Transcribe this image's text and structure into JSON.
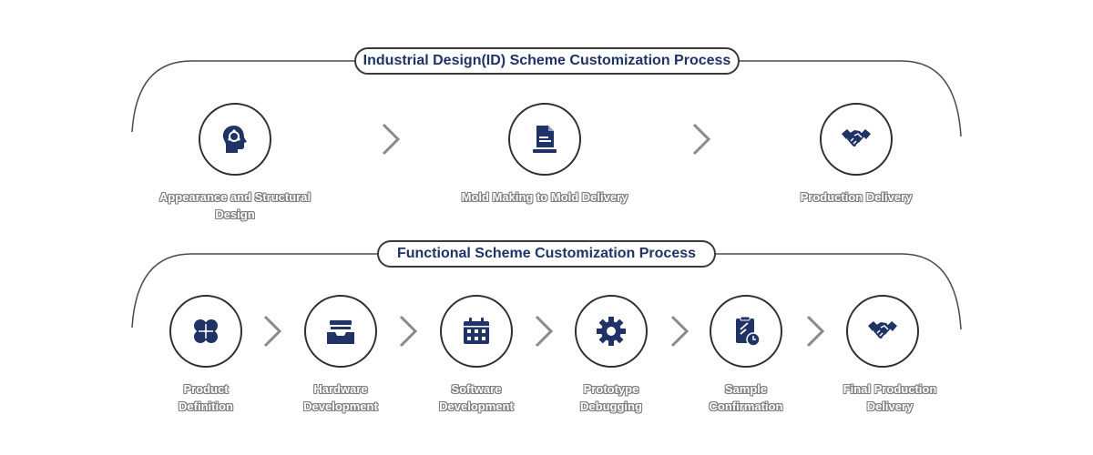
{
  "colors": {
    "accent": "#1f3366",
    "outline": "#2f2f2f",
    "chevron": "#8a8a8a",
    "label_outline": "#7e7e7e"
  },
  "id_process": {
    "title": "Industrial Design(ID) Scheme Customization Process",
    "steps": [
      {
        "label_line1": "Appearance and Structural",
        "label_line2": "Design",
        "icon": "head-gear-icon"
      },
      {
        "label_line1": "Mold Making to Mold Delivery",
        "label_line2": "",
        "icon": "document-printer-icon"
      },
      {
        "label_line1": "Production Delivery",
        "label_line2": "",
        "icon": "handshake-icon"
      }
    ]
  },
  "functional_process": {
    "title": "Functional Scheme Customization Process",
    "steps": [
      {
        "label_line1": "Product",
        "label_line2": "Definition",
        "icon": "clover-icon"
      },
      {
        "label_line1": "Hardware",
        "label_line2": "Development",
        "icon": "tray-box-icon"
      },
      {
        "label_line1": "Software",
        "label_line2": "Development",
        "icon": "calendar-icon"
      },
      {
        "label_line1": "Prototype",
        "label_line2": "Debugging",
        "icon": "gear-icon"
      },
      {
        "label_line1": "Sample",
        "label_line2": "Confirmation",
        "icon": "clipboard-clock-icon"
      },
      {
        "label_line1": "Final Production",
        "label_line2": "Delivery",
        "icon": "handshake-icon"
      }
    ]
  }
}
